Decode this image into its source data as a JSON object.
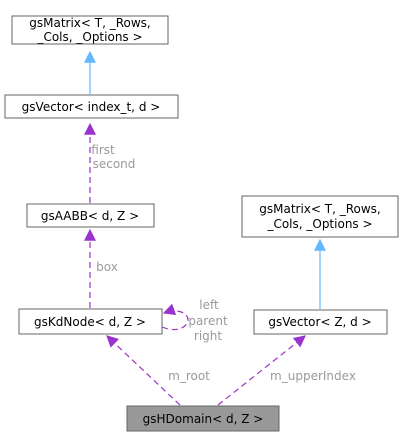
{
  "nodes": {
    "gsmatrix_top": {
      "line1": "gsMatrix< T, _Rows,",
      "line2": "_Cols, _Options >"
    },
    "gsvector_index": {
      "label": "gsVector< index_t, d >"
    },
    "gsaabb": {
      "label": "gsAABB< d, Z >"
    },
    "gskdnode": {
      "label": "gsKdNode< d, Z >"
    },
    "gsmatrix_right": {
      "line1": "gsMatrix< T, _Rows,",
      "line2": "_Cols, _Options >"
    },
    "gsvector_z": {
      "label": "gsVector< Z, d >"
    },
    "gshdomain": {
      "label": "gsHDomain< d, Z >"
    }
  },
  "edges": {
    "first_second": {
      "line1": "first",
      "line2": "second"
    },
    "box": {
      "label": "box"
    },
    "self_loop": {
      "line1": "left",
      "line2": "parent",
      "line3": "right"
    },
    "m_root": {
      "label": "m_root"
    },
    "m_upperindex": {
      "label": "m_upperIndex"
    }
  },
  "colors": {
    "inheritance_edge": "#63b8ff",
    "usage_edge": "#9a32cd",
    "edge_label": "#9a9a9a",
    "focus_node_fill": "#999999",
    "node_border": "#666666"
  }
}
